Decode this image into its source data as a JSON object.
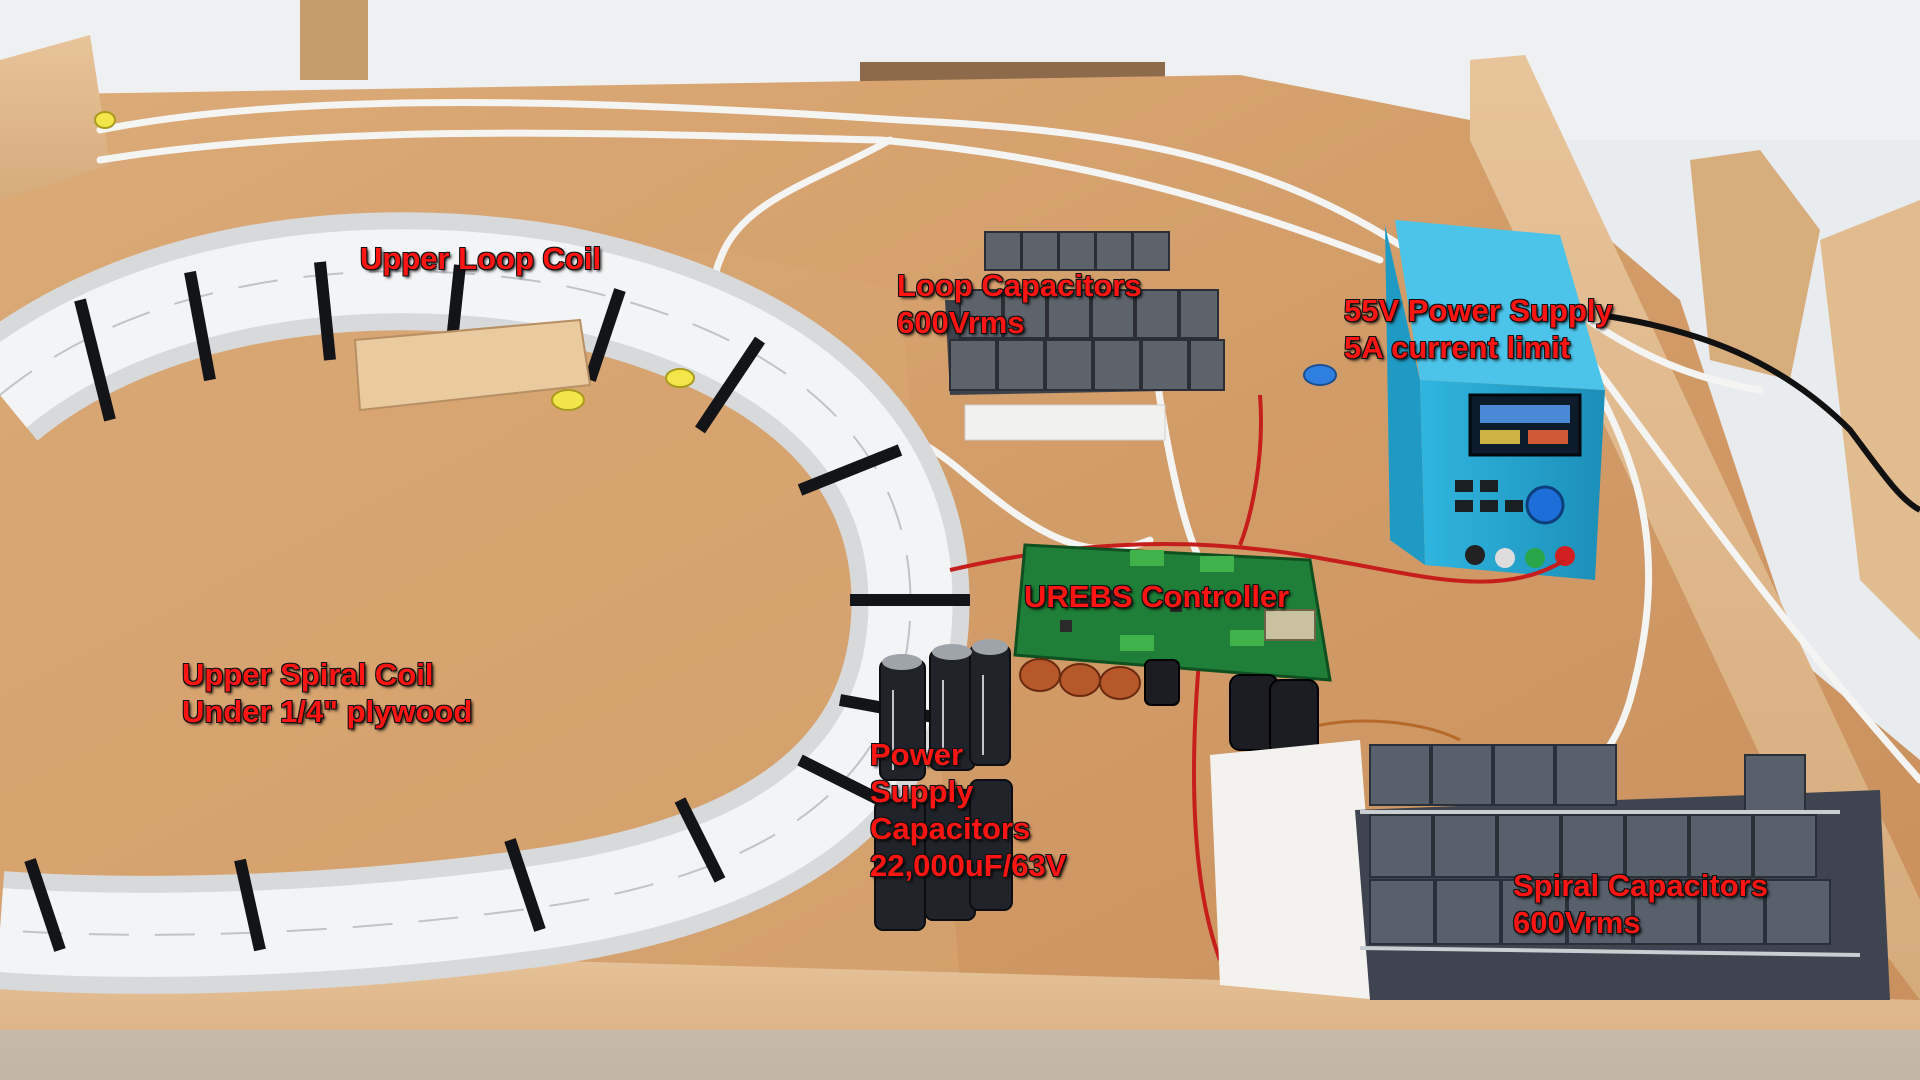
{
  "image": {
    "kind": "annotated-photo",
    "subject": "Wireless power hardware laid out on a plywood table",
    "colors": {
      "label_text": "#ff1414",
      "label_outline": "#111111",
      "plywood": "#d9a671",
      "wall": "#e8ebee",
      "power_supply": "#2aa9d4",
      "pcb": "#1e7a35",
      "capacitor": "#3b4048"
    }
  },
  "labels": {
    "upper_loop_coil": "Upper Loop Coil",
    "loop_capacitors": [
      "Loop Capacitors",
      "600Vrms"
    ],
    "power_supply": [
      "55V Power Supply",
      "5A current limit"
    ],
    "controller": "UREBS Controller",
    "upper_spiral_coil": [
      "Upper Spiral Coil",
      "Under 1/4\" plywood"
    ],
    "power_supply_capacitors": [
      "Power",
      "Supply",
      "Capacitors",
      "22,000uF/63V"
    ],
    "spiral_capacitors": [
      "Spiral Capacitors",
      "600Vrms"
    ]
  }
}
